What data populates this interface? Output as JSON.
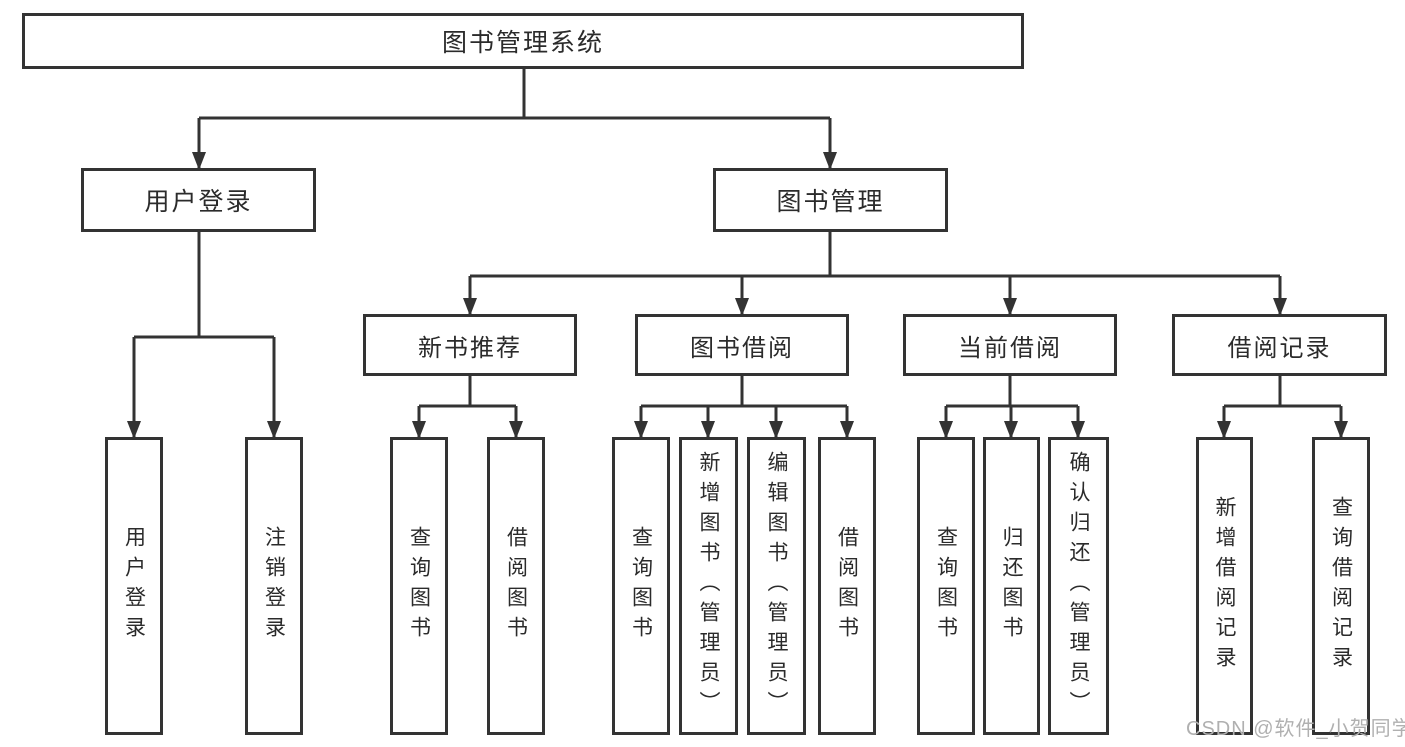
{
  "diagram_type": "hierarchy-tree",
  "colors": {
    "line": "#333333",
    "text": "#2b2b2b",
    "background": "#ffffff",
    "watermark": "#b0b0b0"
  },
  "watermark": {
    "text": "CSDN @软件_小贺同学"
  },
  "tree": {
    "label": "图书管理系统",
    "children": [
      {
        "label": "用户登录",
        "children": [
          {
            "label": "用户登录"
          },
          {
            "label": "注销登录"
          }
        ]
      },
      {
        "label": "图书管理",
        "children": [
          {
            "label": "新书推荐",
            "children": [
              {
                "label": "查询图书"
              },
              {
                "label": "借阅图书"
              }
            ]
          },
          {
            "label": "图书借阅",
            "children": [
              {
                "label": "查询图书"
              },
              {
                "label": "新增图书（管理员）"
              },
              {
                "label": "编辑图书（管理员）"
              },
              {
                "label": "借阅图书"
              }
            ]
          },
          {
            "label": "当前借阅",
            "children": [
              {
                "label": "查询图书"
              },
              {
                "label": "归还图书"
              },
              {
                "label": "确认归还（管理员）"
              }
            ]
          },
          {
            "label": "借阅记录",
            "children": [
              {
                "label": "新增借阅记录"
              },
              {
                "label": "查询借阅记录"
              }
            ]
          }
        ]
      }
    ]
  }
}
